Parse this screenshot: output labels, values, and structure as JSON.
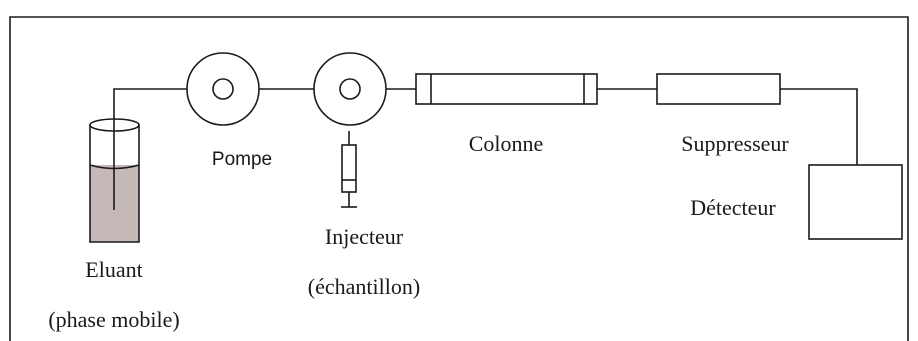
{
  "labels": {
    "eluant": "Eluant",
    "eluant_sub": "(phase mobile)",
    "pump": "Pompe",
    "injector": "Injecteur",
    "injector_sub": "(échantillon)",
    "column": "Colonne",
    "suppressor": "Suppresseur",
    "detector": "Détecteur"
  },
  "colors": {
    "line": "#1a1a1a",
    "eluant_liquid": "#c5b9b7",
    "background": "#ffffff"
  }
}
